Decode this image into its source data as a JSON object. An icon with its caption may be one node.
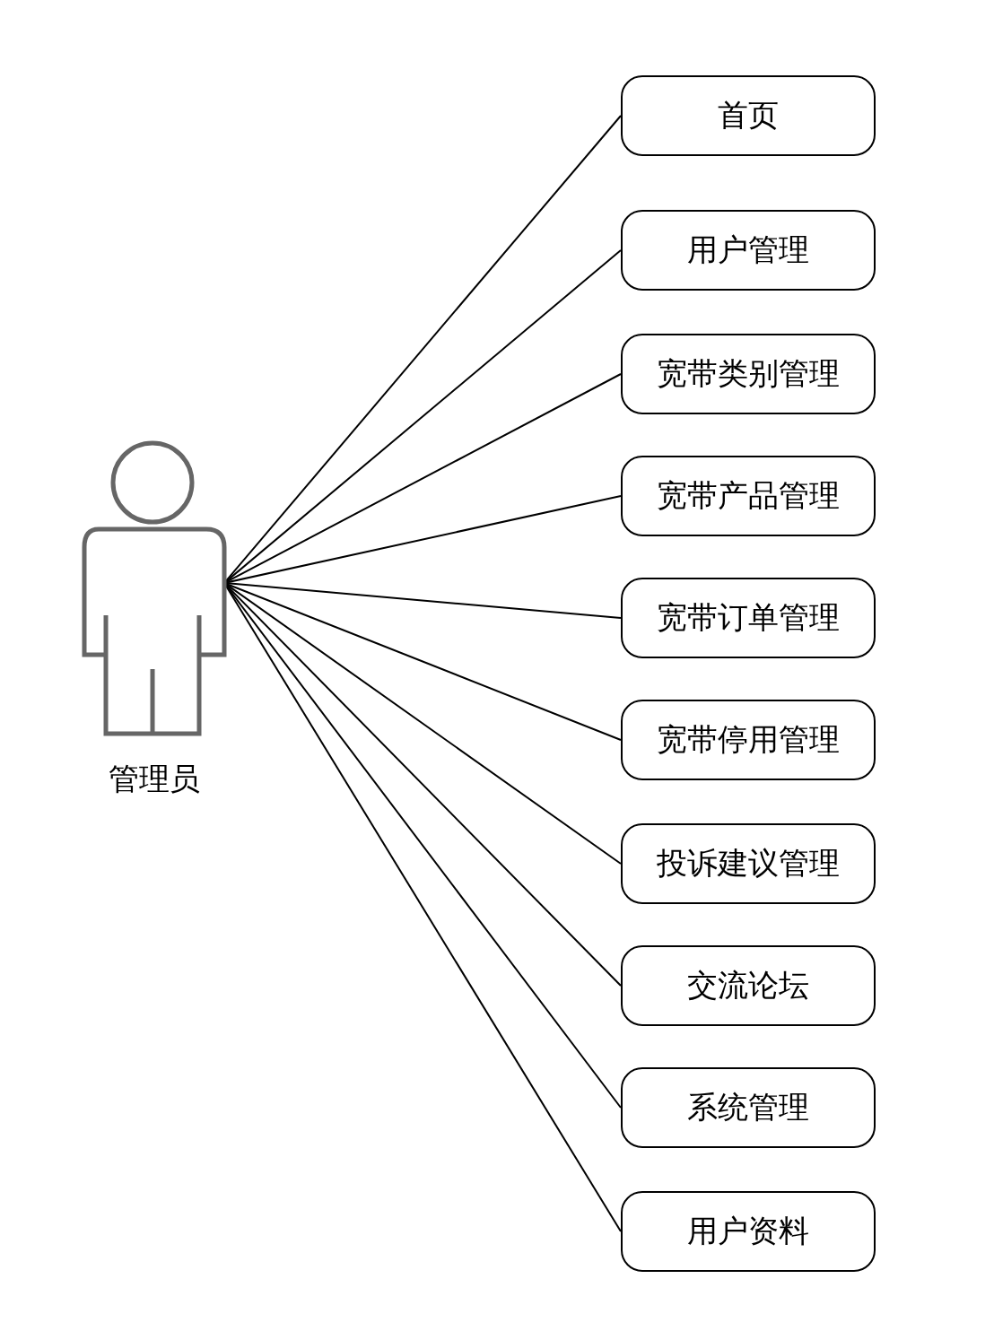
{
  "diagram": {
    "nodes": [
      {
        "text": [
          "管理员"
        ]
      },
      {
        "text": [
          "首页"
        ]
      },
      {
        "text": [
          "用户管理"
        ]
      },
      {
        "text": [
          "宽带类别管理"
        ]
      },
      {
        "text": [
          "宽带产品管理"
        ]
      },
      {
        "text": [
          "宽带订单管理"
        ]
      },
      {
        "text": [
          "宽带停用管理"
        ]
      },
      {
        "text": [
          "投诉建议管理"
        ]
      },
      {
        "text": [
          "交流论坛"
        ]
      },
      {
        "text": [
          "系统管理"
        ]
      },
      {
        "text": [
          "用户资料"
        ]
      }
    ],
    "edges": [
      {
        "from": 0,
        "to": 1,
        "arrow": "none"
      },
      {
        "from": 0,
        "to": 2,
        "arrow": "none"
      },
      {
        "from": 0,
        "to": 3,
        "arrow": "none"
      },
      {
        "from": 0,
        "to": 4,
        "arrow": "none"
      },
      {
        "from": 0,
        "to": 5,
        "arrow": "none"
      },
      {
        "from": 0,
        "to": 6,
        "arrow": "none"
      },
      {
        "from": 0,
        "to": 7,
        "arrow": "none"
      },
      {
        "from": 0,
        "to": 8,
        "arrow": "none"
      },
      {
        "from": 0,
        "to": 9,
        "arrow": "none"
      },
      {
        "from": 0,
        "to": 10,
        "arrow": "none"
      }
    ]
  }
}
